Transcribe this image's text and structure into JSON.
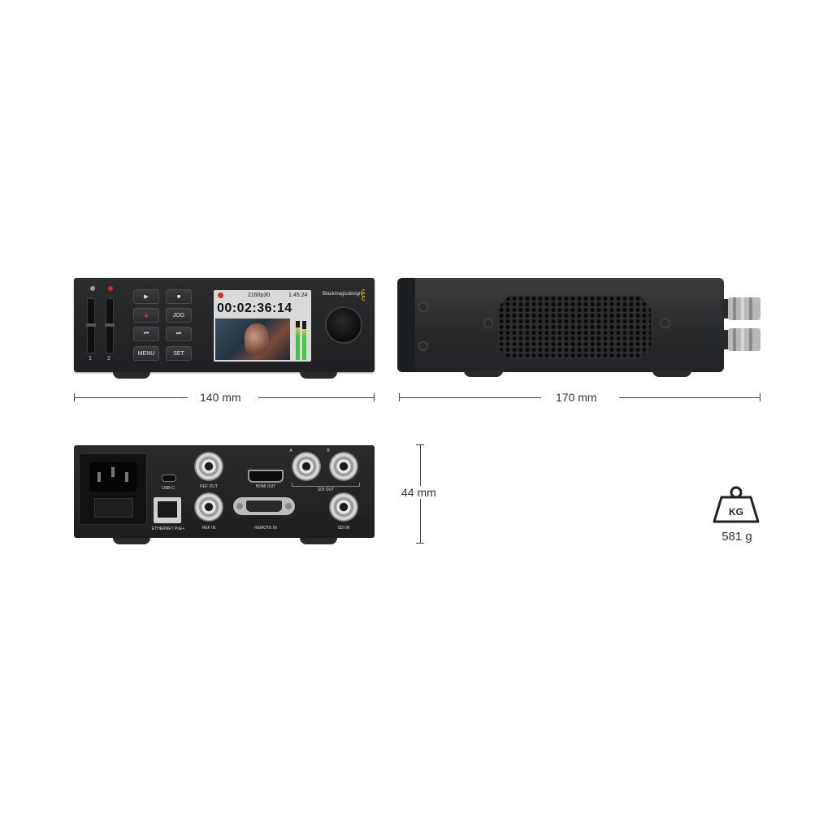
{
  "front_panel": {
    "channel_labels": [
      "1",
      "2"
    ],
    "buttons": {
      "play": "▶",
      "stop": "■",
      "record": "●",
      "jog": "JOG",
      "prev": "⏮",
      "next": "⏭",
      "menu": "MENU",
      "set": "SET"
    },
    "lcd": {
      "format": "2160p30",
      "time": "1:45:24",
      "timecode": "00:02:36:14"
    },
    "logo": "Blackmagicdesign"
  },
  "rear_panel": {
    "labels": {
      "usb_c": "USB-C",
      "ethernet": "ETHERNET PoE+",
      "ref_out": "REF OUT",
      "ref_in": "REF IN",
      "hdmi_out": "HDMI OUT",
      "remote_in": "REMOTE IN",
      "sdi_out": "SDI OUT",
      "sdi_in": "SDI IN",
      "sdi_a": "A",
      "sdi_b": "B"
    }
  },
  "dimensions": {
    "width": "140 mm",
    "depth": "170 mm",
    "height": "44 mm"
  },
  "weight": {
    "unit_badge": "KG",
    "value": "581 g"
  },
  "colors": {
    "device_body": "#232426",
    "record_red": "#e0261e",
    "meter_green": "#44c44a",
    "logo_gold": "#d4a017"
  }
}
